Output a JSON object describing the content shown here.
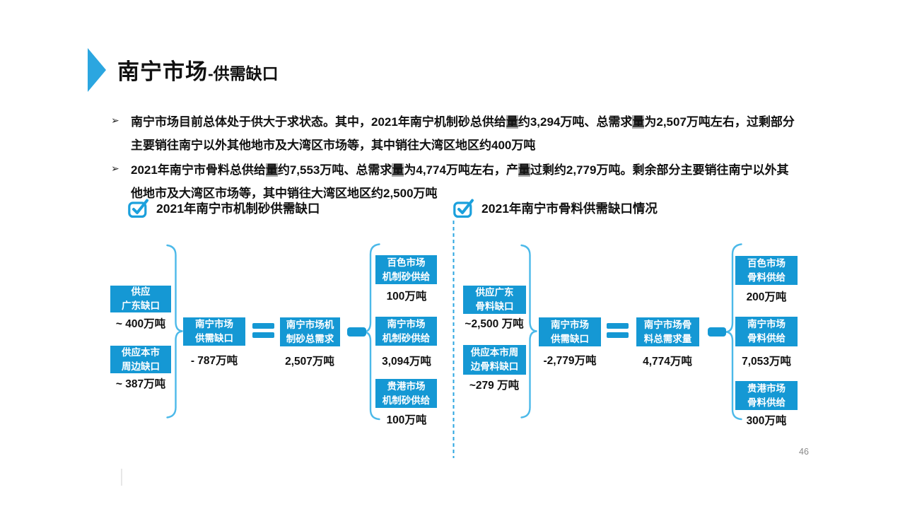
{
  "colors": {
    "box_blue": "#1598D4",
    "accent_blue": "#2BA6E0",
    "brace_blue": "#4CB9E9",
    "highlight_gray": "#ababab"
  },
  "title": {
    "main": "南宁市场",
    "sub": "-供需缺口"
  },
  "bullets": [
    {
      "marker": "➢",
      "segments": [
        {
          "t": "南宁市场目前总体处于供大于求状态。其中，2021年南宁机制砂总供给"
        },
        {
          "t": "量",
          "hl": true
        },
        {
          "t": "约3,294万吨、总需求"
        },
        {
          "t": "量",
          "hl": true
        },
        {
          "t": "为2,507万吨左右，过剩部分主要销往南宁以外其他地市及大湾区市场等，其中销往大湾区地区约400万吨"
        }
      ]
    },
    {
      "marker": "➢",
      "segments": [
        {
          "t": "2021年南宁市骨料总供给"
        },
        {
          "t": "量",
          "hl": true
        },
        {
          "t": "约7,553万吨、总需求"
        },
        {
          "t": "量",
          "hl": true
        },
        {
          "t": "为4,774万吨左右，产"
        },
        {
          "t": "量",
          "hl": true
        },
        {
          "t": "过剩约2,779万吨。剩余部分主要销往南宁以外其他地市及大湾区市场等，其中销往大湾区地区约2,500万吨"
        }
      ]
    }
  ],
  "sections": [
    {
      "title": "2021年南宁市机制砂供需缺口",
      "gd_gap": {
        "label": "供应\n广东缺口",
        "value": "~ 400万吨"
      },
      "local_gap": {
        "label": "供应本市\n周边缺口",
        "value": "~ 387万吨"
      },
      "market_gap": {
        "label": "南宁市场\n供需缺口",
        "value": "- 787万吨"
      },
      "total_demand": {
        "label": "南宁市场机\n制砂总需求",
        "value": "2,507万吨"
      },
      "supplies": [
        {
          "label": "百色市场\n机制砂供给",
          "value": "100万吨"
        },
        {
          "label": "南宁市场\n机制砂供给",
          "value": "3,094万吨"
        },
        {
          "label": "贵港市场\n机制砂供给",
          "value": "100万吨"
        }
      ]
    },
    {
      "title": "2021年南宁市骨料供需缺口情况",
      "gd_gap": {
        "label": "供应广东\n骨料缺口",
        "value": "~2,500 万吨"
      },
      "local_gap": {
        "label": "供应本市周\n边骨料缺口",
        "value": "~279 万吨"
      },
      "market_gap": {
        "label": "南宁市场\n供需缺口",
        "value": "-2,779万吨"
      },
      "total_demand": {
        "label": "南宁市场骨\n料总需求量",
        "value": "4,774万吨"
      },
      "supplies": [
        {
          "label": "百色市场\n骨料供给",
          "value": "200万吨"
        },
        {
          "label": "南宁市场\n骨料供给",
          "value": "7,053万吨"
        },
        {
          "label": "贵港市场\n骨料供给",
          "value": "300万吨"
        }
      ]
    }
  ],
  "page_number": "46"
}
